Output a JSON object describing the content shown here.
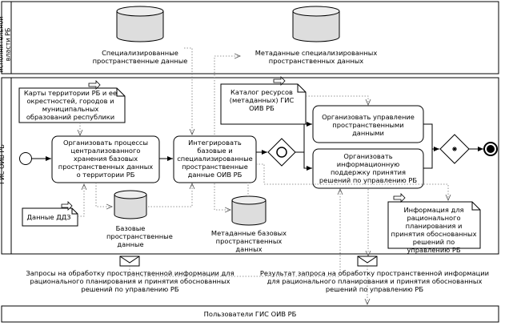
{
  "pools": {
    "executive": "Органы исполнительной власти РБ",
    "gis": "ГИС ОИВ РБ",
    "users": "Пользователи ГИС ОИВ РБ"
  },
  "datastores": {
    "special_spatial": "Специализированные пространственные данные",
    "special_metadata": "Метаданные специализированных пространственных данных",
    "base_spatial": "Базовые пространственные данные",
    "base_metadata": "Метаданные базовых пространственных данных"
  },
  "tasks": {
    "organize_processes": "Организовать процессы централизованного хранения базовых пространственных данных о территории РБ",
    "integrate": "Интегрировать базовые и специализированные пространственные данные ОИВ РБ",
    "manage_spatial": "Организовать управление пространственными данными",
    "decision_support": "Организовать информационную поддержку принятия решений по управлению РБ"
  },
  "artifacts": {
    "maps": "Карты территории РБ и ее окрестностей, городов и муниципальных образований республики",
    "dzz": "Данные ДДЗ",
    "catalog": "Каталог ресурсов (метаданных) ГИС ОИВ РБ",
    "info": "Информация для рационального планирования и принятия обоснованных решений по управлению РБ"
  },
  "messages": {
    "request": "Запросы на обработку пространственной информации для рационального планирования и принятия обоснованных решений по управлению РБ",
    "result": "Результат запроса на обработку пространственной информации для рационального планирования и принятия обоснованных решений по управлению РБ"
  }
}
